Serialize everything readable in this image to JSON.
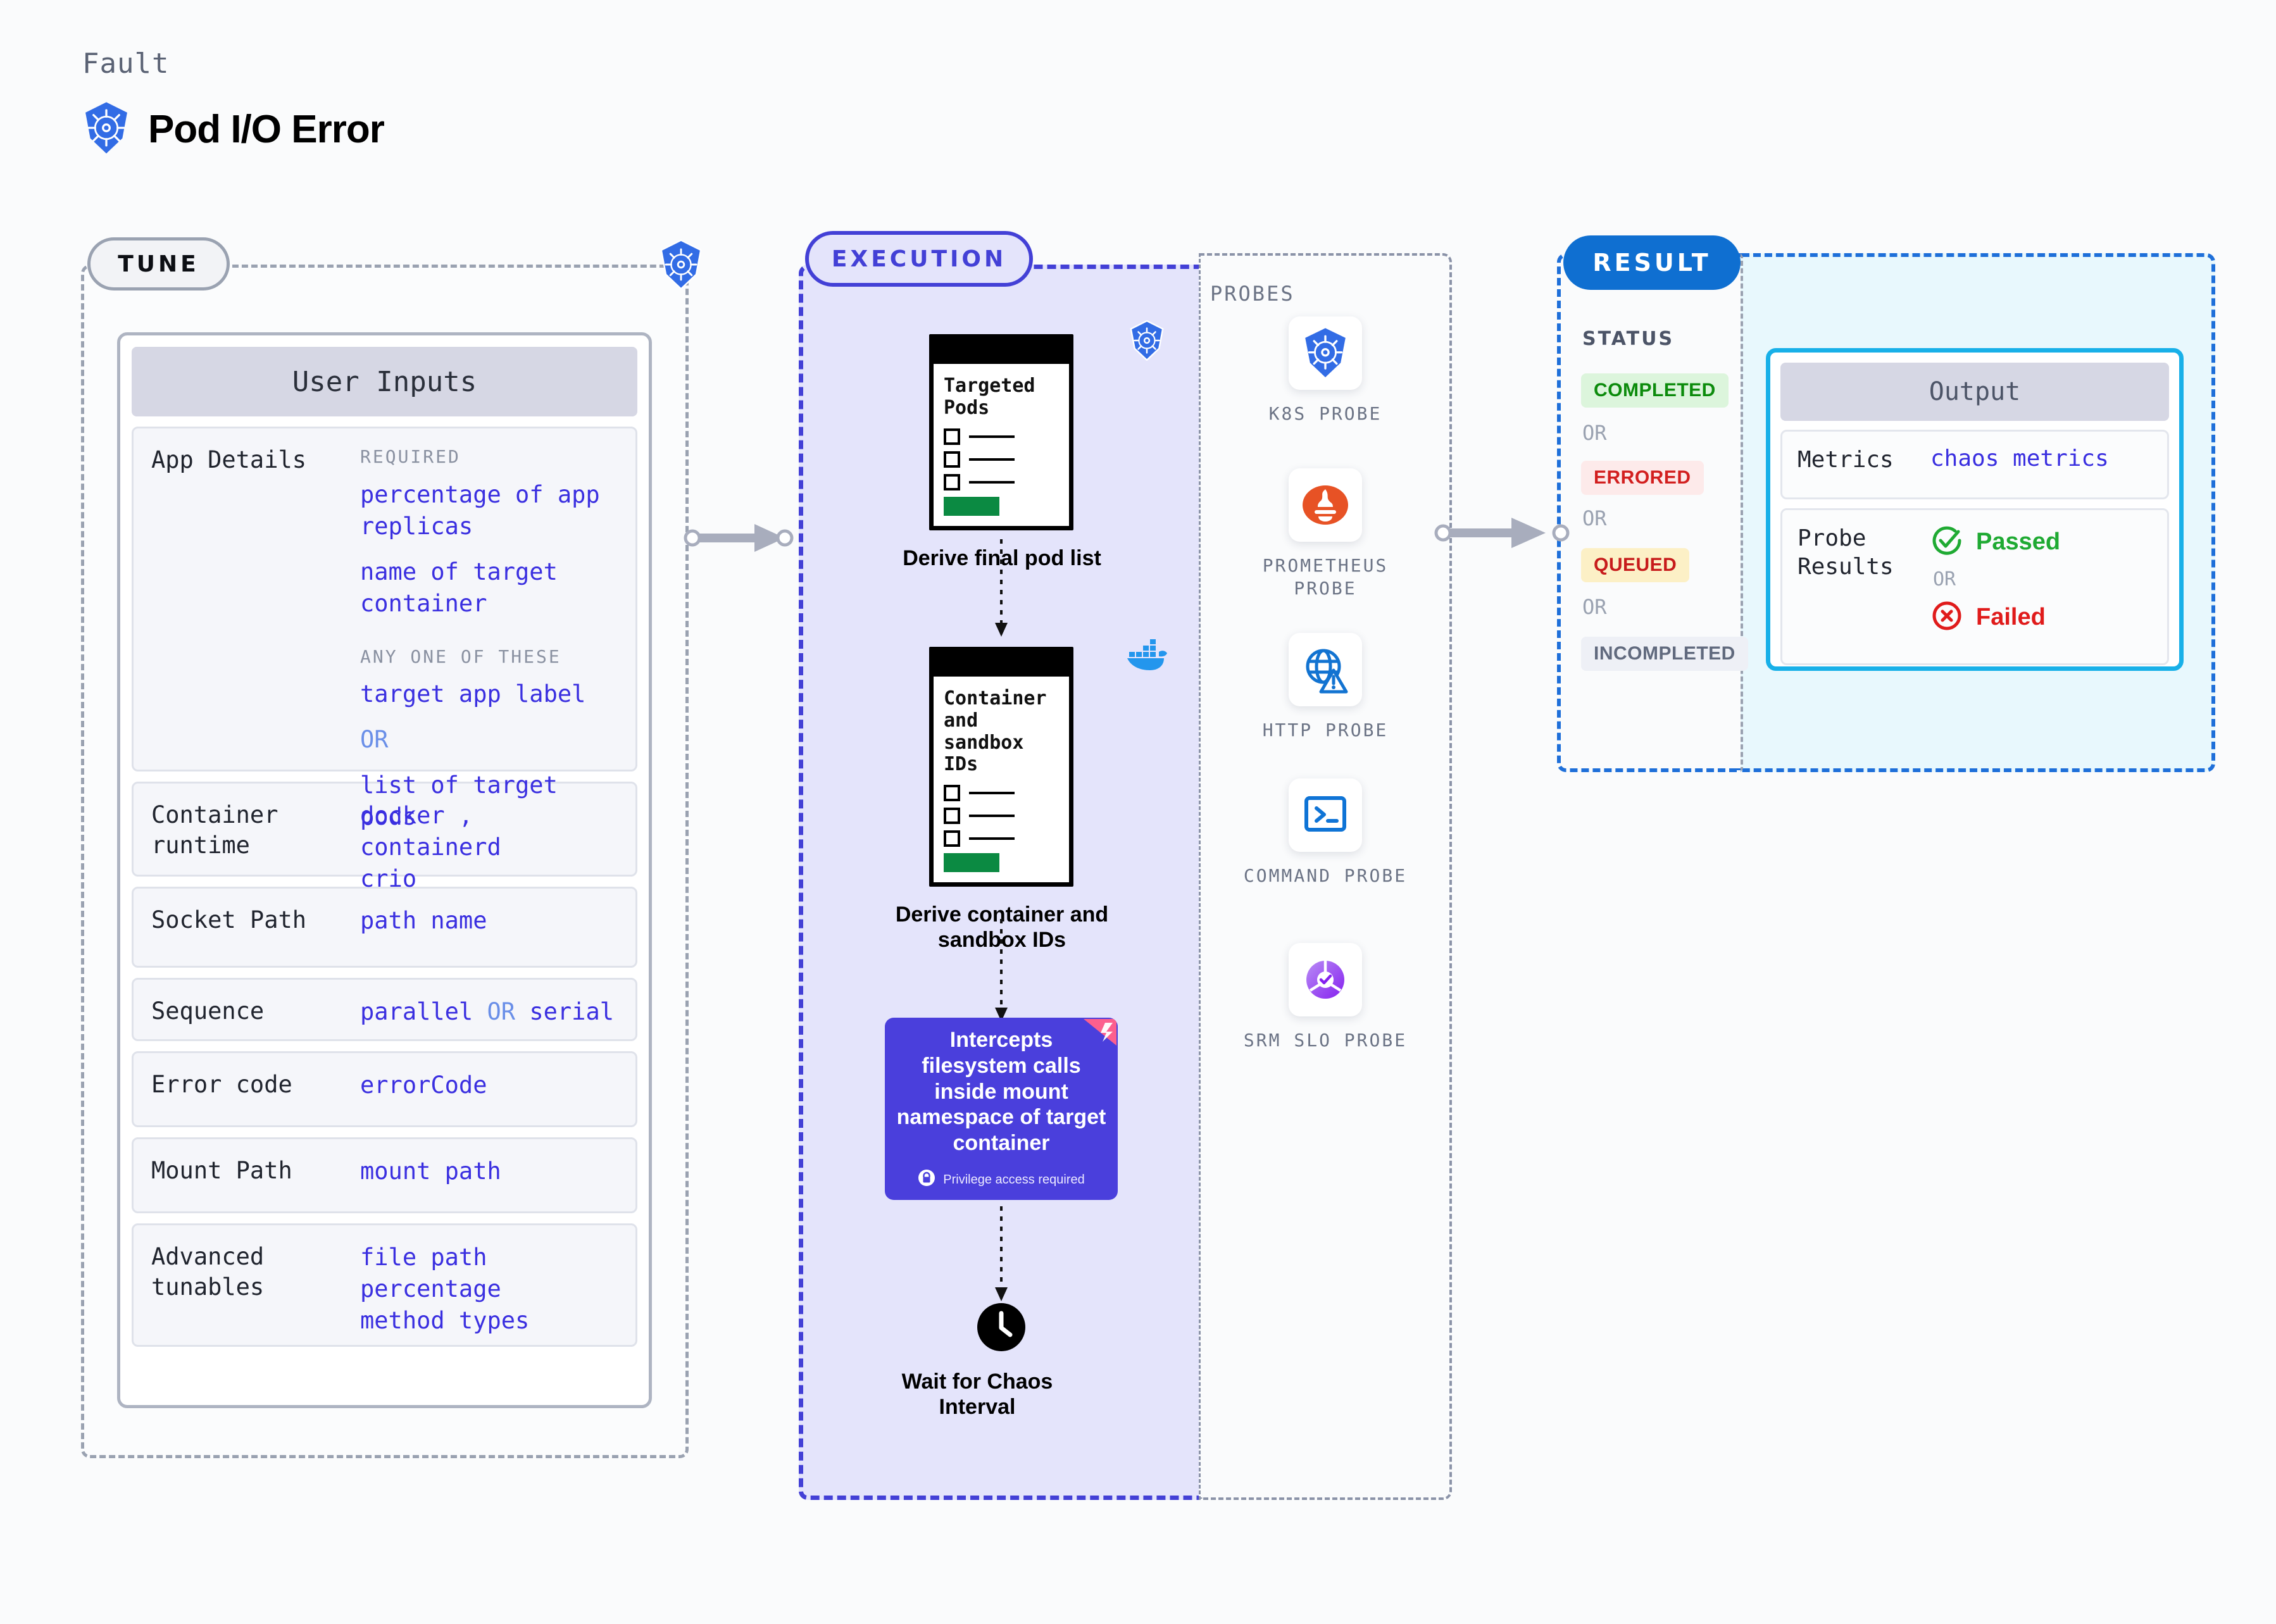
{
  "header": {
    "kicker": "Fault",
    "title": "Pod I/O Error",
    "icon": "kubernetes-icon"
  },
  "stages": {
    "tune": "TUNE",
    "execution": "EXECUTION",
    "result": "RESULT"
  },
  "tune": {
    "card_title": "User Inputs",
    "rows": [
      {
        "label": "App Details",
        "sub1": "REQUIRED",
        "req": [
          "percentage of app replicas",
          "name of target container"
        ],
        "sub2": "ANY ONE OF THESE",
        "any": [
          "target app label",
          "OR",
          "list of target pods"
        ]
      },
      {
        "label": "Container runtime",
        "values": [
          "docker , containerd",
          "crio"
        ]
      },
      {
        "label": "Socket Path",
        "values": [
          "path name"
        ]
      },
      {
        "label": "Sequence",
        "values_inline": [
          "parallel",
          "OR",
          "serial"
        ]
      },
      {
        "label": "Error code",
        "values": [
          "errorCode"
        ]
      },
      {
        "label": "Mount Path",
        "values": [
          "mount path"
        ]
      },
      {
        "label": "Advanced tunables",
        "values": [
          "file path",
          "percentage",
          "method types"
        ]
      }
    ]
  },
  "execution": {
    "steps": [
      {
        "card_title": "Targeted Pods",
        "badge_icon": "kubernetes-icon",
        "label": "Derive final pod list"
      },
      {
        "card_title": "Container and sandbox IDs",
        "badge_icon": "docker-icon",
        "label": "Derive container and sandbox IDs"
      }
    ],
    "intercept": {
      "text": "Intercepts filesystem calls inside mount namespace of target container",
      "note": "Privilege access required",
      "note_icon": "lock-icon",
      "ribbon_icon": "litmus-ribbon-icon"
    },
    "wait": {
      "icon": "clock-icon",
      "label": "Wait for Chaos Interval"
    }
  },
  "probes": {
    "title": "PROBES",
    "items": [
      {
        "name": "K8S PROBE",
        "icon": "kubernetes-icon"
      },
      {
        "name": "PROMETHEUS PROBE",
        "icon": "prometheus-icon"
      },
      {
        "name": "HTTP PROBE",
        "icon": "globe-warning-icon"
      },
      {
        "name": "COMMAND PROBE",
        "icon": "terminal-icon"
      },
      {
        "name": "SRM SLO PROBE",
        "icon": "srm-slo-icon"
      }
    ]
  },
  "result": {
    "status_title": "STATUS",
    "statuses": [
      {
        "label": "COMPLETED",
        "bg": "#dcf5dc",
        "fg": "#0c8b0c"
      },
      {
        "label": "ERRORED",
        "bg": "#fdeaea",
        "fg": "#d21f1f"
      },
      {
        "label": "QUEUED",
        "bg": "#fcf0c6",
        "fg": "#c71b1b"
      },
      {
        "label": "INCOMPLETED",
        "bg": "#eef0f6",
        "fg": "#616a7e"
      }
    ],
    "or": "OR",
    "output": {
      "title": "Output",
      "metrics_label": "Metrics",
      "metrics_value": "chaos metrics",
      "probe_label": "Probe Results",
      "passed": "Passed",
      "failed": "Failed",
      "or": "OR",
      "passed_icon": "check-circle-icon",
      "failed_icon": "x-circle-icon",
      "passed_color": "#1faa33",
      "failed_color": "#e01b1b"
    }
  }
}
